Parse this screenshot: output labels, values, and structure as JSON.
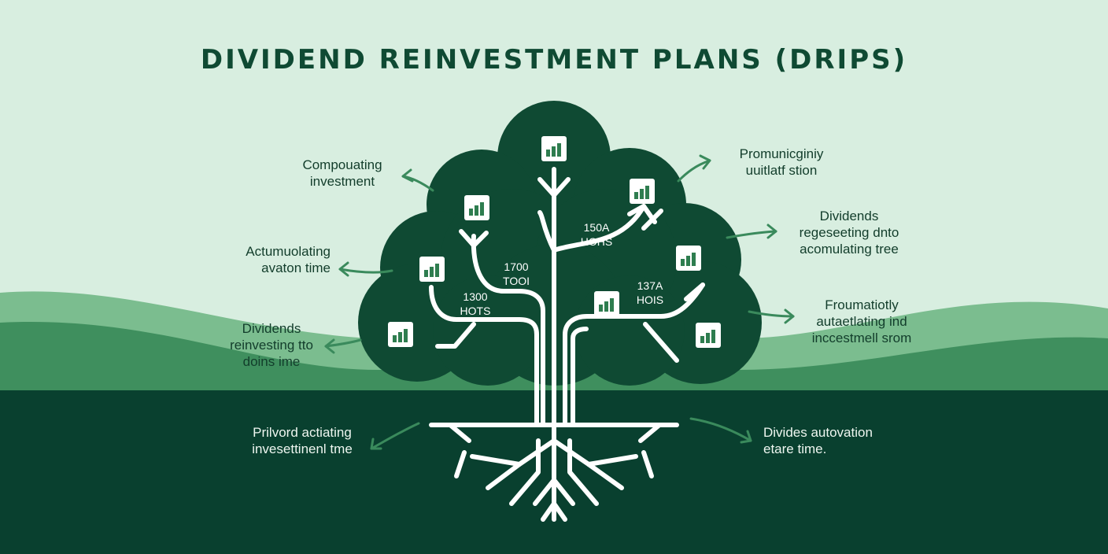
{
  "title": "DIVIDEND REINVESTMENT PLANS (DRIPS)",
  "colors": {
    "background": "#d8eee0",
    "hill_light": "#7bbd8f",
    "hill_mid": "#3f8f5e",
    "ground": "#09402f",
    "canopy": "#0f4a33",
    "branch": "#ffffff",
    "arrow": "#3a8a5c"
  },
  "icons": [
    "bar-chart-icon"
  ],
  "tree_labels": [
    {
      "lines": [
        "1700",
        "TOOI"
      ]
    },
    {
      "lines": [
        "150A",
        "HOHS"
      ]
    },
    {
      "lines": [
        "1300",
        "HOTS"
      ]
    },
    {
      "lines": [
        "137A",
        "HOIS"
      ]
    }
  ],
  "callouts": {
    "left": [
      {
        "lines": [
          "Compouating",
          "investment"
        ]
      },
      {
        "lines": [
          "Actumuolating",
          "avaton time"
        ]
      },
      {
        "lines": [
          "Dividends",
          "reinvesting tto",
          "doins ime"
        ]
      },
      {
        "lines": [
          "Prilvord actiating",
          "invesettinenl tme"
        ]
      }
    ],
    "right": [
      {
        "lines": [
          "Promunicginiy",
          "uuitlatf stion"
        ]
      },
      {
        "lines": [
          "Dividends",
          "regeseeting dnto",
          "acomulating tree"
        ]
      },
      {
        "lines": [
          "Froumatiotly",
          "autaetlating ind",
          "inccestmell srom"
        ]
      },
      {
        "lines": [
          "Divides autovation",
          "etare time."
        ]
      }
    ]
  }
}
